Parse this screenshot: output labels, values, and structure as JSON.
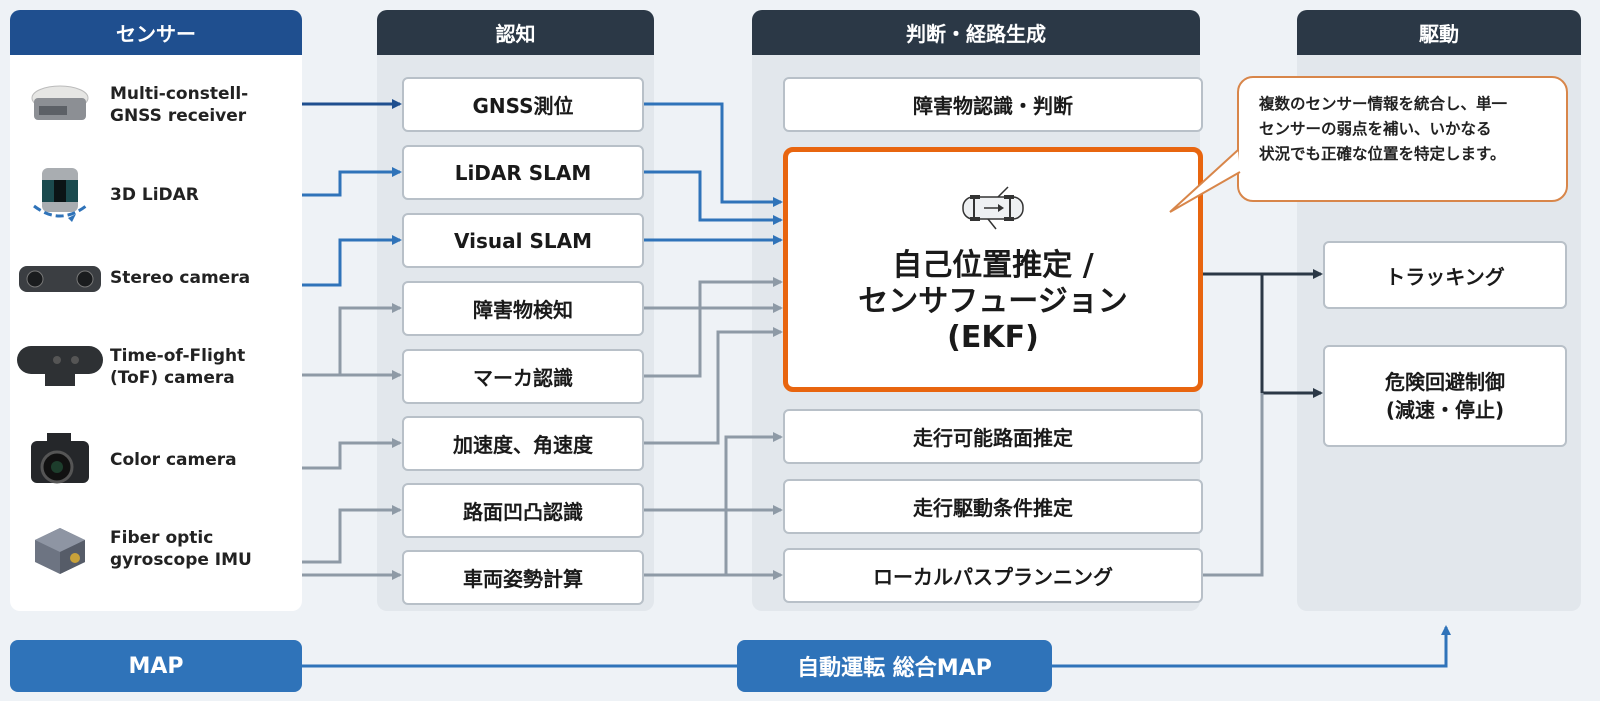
{
  "columns": {
    "sensor": {
      "title": "センサー",
      "color": "#1f4f8f"
    },
    "cognition": {
      "title": "認知"
    },
    "judgment": {
      "title": "判断・経路生成"
    },
    "drive": {
      "title": "駆動"
    }
  },
  "sensors": [
    {
      "label": "Multi-constell-\nGNSS receiver",
      "icon": "gnss-receiver-icon"
    },
    {
      "label": "3D LiDAR",
      "icon": "lidar-icon"
    },
    {
      "label": "Stereo camera",
      "icon": "stereo-camera-icon"
    },
    {
      "label": "Time-of-Flight\n(ToF) camera",
      "icon": "tof-camera-icon"
    },
    {
      "label": "Color camera",
      "icon": "color-camera-icon"
    },
    {
      "label": "Fiber optic\ngyroscope IMU",
      "icon": "imu-icon"
    }
  ],
  "cognition": [
    {
      "label": "GNSS測位"
    },
    {
      "label": "LiDAR SLAM"
    },
    {
      "label": "Visual SLAM"
    },
    {
      "label": "障害物検知"
    },
    {
      "label": "マーカ認識"
    },
    {
      "label": "加速度、角速度"
    },
    {
      "label": "路面凹凸認識"
    },
    {
      "label": "車両姿勢計算"
    }
  ],
  "judgment": {
    "top": "障害物認識・判断",
    "ekf_line1": "自己位置推定 /",
    "ekf_line2": "センサフュージョン",
    "ekf_line3": "(EKF)",
    "bottom": [
      "走行可能路面推定",
      "走行駆動条件推定",
      "ローカルパスプランニング"
    ]
  },
  "drive": [
    "トラッキング",
    "危険回避制御\n(減速・停止)"
  ],
  "callout": "複数のセンサー情報を統合し、単一\nセンサーの弱点を補い、いかなる\n状況でも正確な位置を特定します。",
  "map": {
    "label": "MAP",
    "integrated_label": "自動運転 総合MAP"
  },
  "colors": {
    "accent_orange": "#e8650f",
    "wire_blue": "#2f73b9",
    "wire_navy": "#1f4f8f",
    "wire_gray": "#8e9aa6",
    "wire_dark": "#2b3846"
  }
}
